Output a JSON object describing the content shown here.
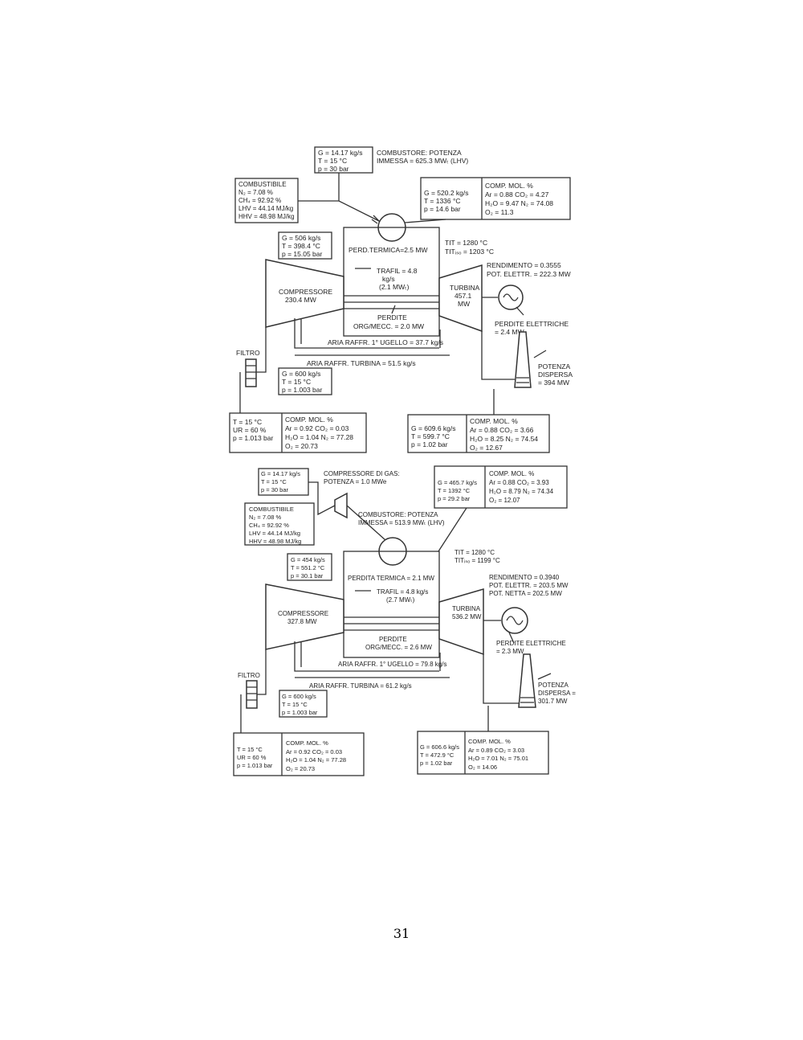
{
  "page_number": "31",
  "diagram_top": {
    "fuel_flow": [
      "G = 14.17 kg/s",
      "T = 15 °C",
      "p = 30 bar"
    ],
    "combustor_power": [
      "COMBUSTORE:  POTENZA",
      "IMMESSA = 625.3 MWₜ (LHV)"
    ],
    "fuel_composition": [
      "COMBUSTIBILE",
      "N₂ = 7.08 %",
      "CH₄ = 92.92 %",
      "LHV = 44.14 MJ/kg",
      "HHV = 48.98 MJ/kg"
    ],
    "hot_gas_state": [
      "G = 520.2 kg/s",
      "T = 1336 °C",
      "p = 14.6 bar"
    ],
    "hot_gas_comp": [
      "COMP. MOL. %",
      "Ar = 0.88     CO₂ = 4.27",
      "H₂O = 9.47   N₂ = 74.08",
      "O₂ = 11.3"
    ],
    "air_compressed": [
      "G = 506 kg/s",
      "T = 398.4 °C",
      "p = 15.05 bar"
    ],
    "thermal_loss": "PERD.TERMICA=2.5 MW",
    "tit": [
      "TIT = 1280 °C",
      "TITᵢₛₒ = 1203 °C"
    ],
    "trafil": [
      "TRAFIL = 4.8",
      "kg/s",
      "(2.1 MWₜ)"
    ],
    "compressor": [
      "COMPRESSORE",
      "230.4 MW"
    ],
    "turbine": [
      "TURBINA",
      "457.1",
      "MW"
    ],
    "efficiency": [
      "RENDIMENTO = 0.3555",
      "POT. ELETTR. = 222.3 MW"
    ],
    "mech_loss": [
      "PERDITE",
      "ORG/MECC. = 2.0 MW"
    ],
    "elec_loss": [
      "PERDITE ELETTRICHE",
      "= 2.4 MW"
    ],
    "cooling_nozzle": "ARIA RAFFR. 1° UGELLO = 37.7 kg/s",
    "cooling_turbine": "ARIA RAFFR. TURBINA = 51.5 kg/s",
    "filter": "FILTRO",
    "air_inlet": [
      "G = 600 kg/s",
      "T = 15 °C",
      "p = 1.003 bar"
    ],
    "dispersed_power": [
      "POTENZA",
      "DISPERSA",
      "= 394 MW"
    ],
    "ambient_state": [
      "T = 15 °C",
      "UR = 60 %",
      "p = 1.013 bar"
    ],
    "ambient_comp": [
      "COMP. MOL. %",
      "Ar = 0.92   CO₂ = 0.03",
      "H₂O = 1.04  N₂ = 77.28",
      "O₂ = 20.73"
    ],
    "exhaust_state": [
      "G = 609.6 kg/s",
      "T = 599.7 °C",
      "p = 1.02 bar"
    ],
    "exhaust_comp": [
      "COMP. MOL. %",
      "Ar = 0.88    CO₂ = 3.66",
      "H₂O = 8.25  N₂ = 74.54",
      "O₂ = 12.67"
    ]
  },
  "diagram_bottom": {
    "fuel_flow": [
      "G = 14.17 kg/s",
      "T = 15 °C",
      "p = 30 bar"
    ],
    "gas_compressor": [
      "COMPRESSORE DI GAS:",
      "POTENZA = 1.0 MWe"
    ],
    "hot_gas_state": [
      "G = 465.7 kg/s",
      "T = 1392 °C",
      "p = 29.2 bar"
    ],
    "hot_gas_comp": [
      "COMP. MOL. %",
      "Ar = 0.88     CO₂ = 3.93",
      "H₂O = 8.79   N₂ = 74.34",
      "O₂ = 12.07"
    ],
    "fuel_composition": [
      "COMBUSTIBILE",
      "N₂ = 7.08 %",
      "CH₄ = 92.92 %",
      "LHV = 44.14 MJ/kg",
      "HHV = 48.98 MJ/kg"
    ],
    "combustor_power": [
      "COMBUSTORE: POTENZA",
      "IMMESSA = 513.9 MWₜ (LHV)"
    ],
    "air_compressed": [
      "G = 454 kg/s",
      "T = 551.2 °C",
      "p = 30.1 bar"
    ],
    "tit": [
      "TIT = 1280 °C",
      "TITᵢₛₒ = 1199 °C"
    ],
    "thermal_loss": "PERDITA TERMICA = 2.1 MW",
    "trafil": [
      "TRAFIL = 4.8 kg/s",
      "(2.7 MWₜ)"
    ],
    "efficiency": [
      "RENDIMENTO = 0.3940",
      "POT. ELETTR. = 203.5 MW",
      "POT. NETTA = 202.5 MW"
    ],
    "compressor": [
      "COMPRESSORE",
      "327.8 MW"
    ],
    "turbine": [
      "TURBINA",
      "536.2 MW"
    ],
    "mech_loss": [
      "PERDITE",
      "ORG/MECC. = 2.6 MW"
    ],
    "elec_loss": [
      "PERDITE ELETTRICHE",
      "= 2.3 MW"
    ],
    "cooling_nozzle": "ARIA RAFFR. 1° UGELLO = 79.8 kg/s",
    "cooling_turbine": "ARIA RAFFR. TURBINA = 61.2 kg/s",
    "filter": "FILTRO",
    "air_inlet": [
      "G = 600 kg/s",
      "T = 15 °C",
      "p = 1.003 bar"
    ],
    "dispersed_power": [
      "POTENZA",
      "DISPERSA =",
      "301.7 MW"
    ],
    "ambient_state": [
      "T = 15 °C",
      "UR = 60 %",
      "p = 1.013 bar"
    ],
    "ambient_comp": [
      "COMP. MOL. %",
      "Ar = 0.92    CO₂ = 0.03",
      "H₂O = 1.04  N₂ = 77.28",
      "O₂ = 20.73"
    ],
    "exhaust_state": [
      "G = 606.6 kg/s",
      "T = 472.9 °C",
      "p = 1.02 bar"
    ],
    "exhaust_comp": [
      "COMP. MOL. %",
      "Ar = 0.89    CO₂ = 3.03",
      "H₂O = 7.01  N₂ = 75.01",
      "O₂ = 14.06"
    ]
  }
}
